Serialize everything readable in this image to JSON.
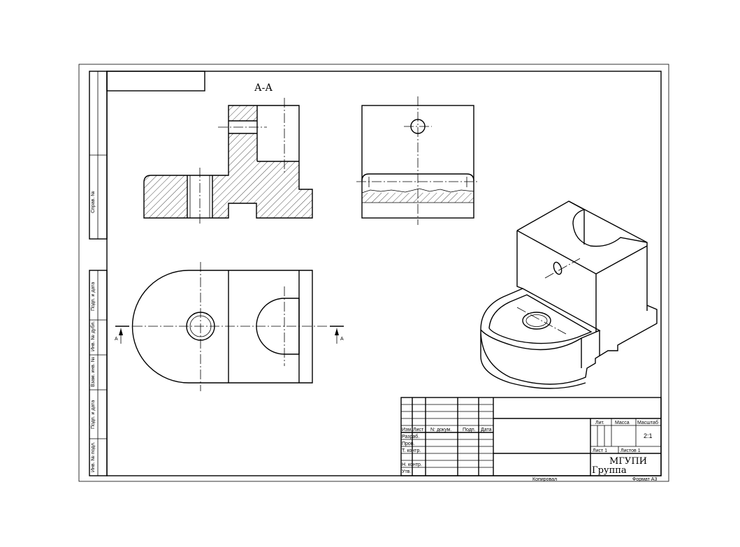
{
  "section": {
    "label": "А-А",
    "mark_left": "А",
    "mark_right": "А"
  },
  "side_stamp": {
    "cell1": "Справ. №",
    "cell2": "Подп. и дата",
    "cell3": "Инв. № дубл.",
    "cell4": "Взам. инв. №",
    "cell5": "Подп. и дата",
    "cell6": "Инв. № подл."
  },
  "title_block": {
    "headers": {
      "izm": "Изм.",
      "list": "Лист",
      "ndoc": "N: докум.",
      "podp": "Подп.",
      "data": "Дата"
    },
    "rows": {
      "razrab": "Разраб.",
      "prov": "Пров.",
      "tkontr": "Т. контр.",
      "nkontr": "Н. контр.",
      "utv": "Утв."
    },
    "lit": "Лит.",
    "massa": "Масса",
    "masshtab": "Масштаб",
    "scale_value": "2:1",
    "sheet": "Лист 1",
    "sheets": "Листов 1",
    "org": "МГУПИ",
    "group": "Группа",
    "copied": "Копировал",
    "format": "Формат А3"
  }
}
